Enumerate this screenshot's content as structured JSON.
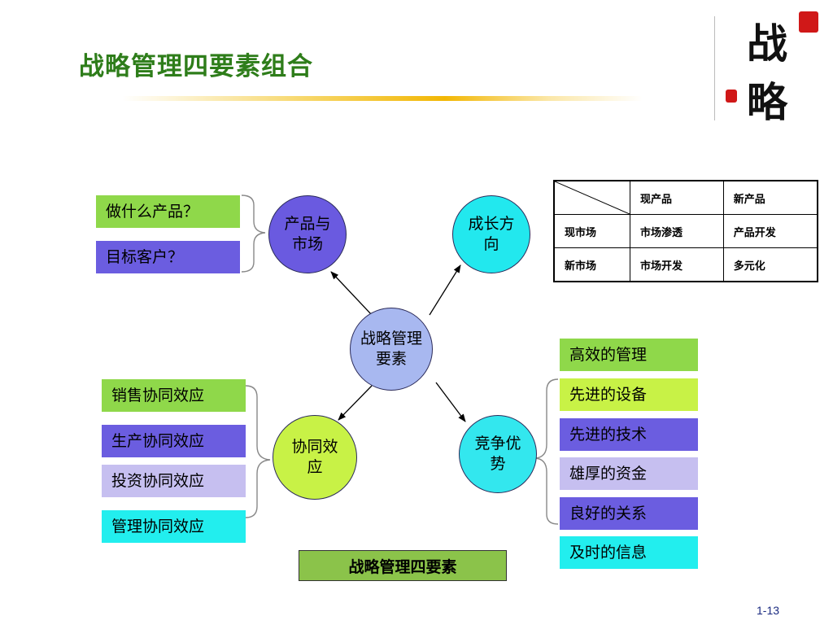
{
  "title": "战略管理四要素组合",
  "logo": {
    "char1": "战",
    "char2": "略"
  },
  "center": {
    "label": "战略管理要素",
    "color": "#a8b8f0"
  },
  "nodes": {
    "product_market": {
      "label": "产品与市场",
      "color": "#6a5ae0"
    },
    "growth": {
      "label": "成长方向",
      "color": "#22e8ee"
    },
    "synergy": {
      "label": "协同效应",
      "color": "#c8f246"
    },
    "competition": {
      "label": "竞争优势",
      "color": "#33e7ee"
    }
  },
  "product_market_items": [
    {
      "label": "做什么产品？",
      "color": "#8fd84a"
    },
    {
      "label": "目标客户？",
      "color": "#6b5de0"
    }
  ],
  "synergy_items": [
    {
      "label": "销售协同效应",
      "color": "#8fd84a"
    },
    {
      "label": "生产协同效应",
      "color": "#6b5de0"
    },
    {
      "label": "投资协同效应",
      "color": "#c6bff0"
    },
    {
      "label": "管理协同效应",
      "color": "#22eeee"
    }
  ],
  "competition_items": [
    {
      "label": "高效的管理",
      "color": "#8fd84a"
    },
    {
      "label": "先进的设备",
      "color": "#c8f246"
    },
    {
      "label": "先进的技术",
      "color": "#6b5de0"
    },
    {
      "label": "雄厚的资金",
      "color": "#c6bff0"
    },
    {
      "label": "良好的关系",
      "color": "#6b5de0"
    },
    {
      "label": "及时的信息",
      "color": "#22eeee"
    }
  ],
  "matrix": {
    "col_headers": [
      "现产品",
      "新产品"
    ],
    "rows": [
      {
        "header": "现市场",
        "cells": [
          "市场渗透",
          "产品开发"
        ]
      },
      {
        "header": "新市场",
        "cells": [
          "市场开发",
          "多元化"
        ]
      }
    ]
  },
  "caption": "战略管理四要素",
  "page_number": "1-13"
}
